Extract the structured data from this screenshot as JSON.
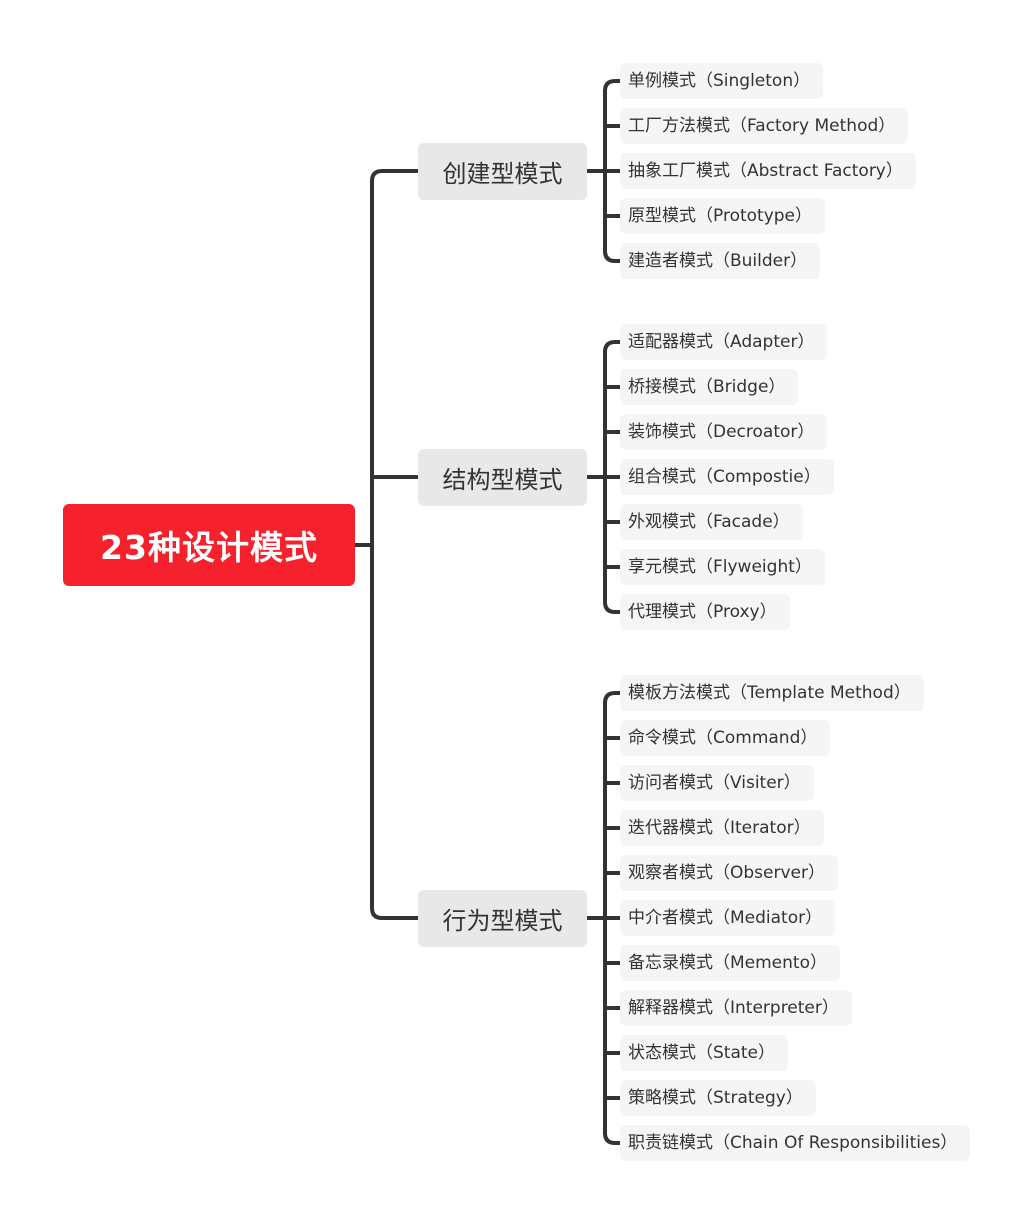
{
  "root": {
    "label": "23种设计模式"
  },
  "categories": [
    {
      "label": "创建型模式",
      "items": [
        "单例模式（Singleton）",
        "工厂方法模式（Factory Method）",
        "抽象工厂模式（Abstract Factory）",
        "原型模式（Prototype）",
        "建造者模式（Builder）"
      ]
    },
    {
      "label": "结构型模式",
      "items": [
        "适配器模式（Adapter）",
        "桥接模式（Bridge）",
        "装饰模式（Decroator）",
        "组合模式（Compostie）",
        "外观模式（Facade）",
        "享元模式（Flyweight）",
        "代理模式（Proxy）"
      ]
    },
    {
      "label": "行为型模式",
      "items": [
        "模板方法模式（Template Method）",
        "命令模式（Command）",
        "访问者模式（Visiter）",
        "迭代器模式（Iterator）",
        "观察者模式（Observer）",
        "中介者模式（Mediator）",
        "备忘录模式（Memento）",
        "解释器模式（Interpreter）",
        "状态模式（State）",
        "策略模式（Strategy）",
        "职责链模式（Chain Of Responsibilities）"
      ]
    }
  ],
  "colors": {
    "root_bg": "#f5222d",
    "category_bg": "#e8e8e8",
    "leaf_bg": "#f5f5f5",
    "connector": "#333333"
  }
}
